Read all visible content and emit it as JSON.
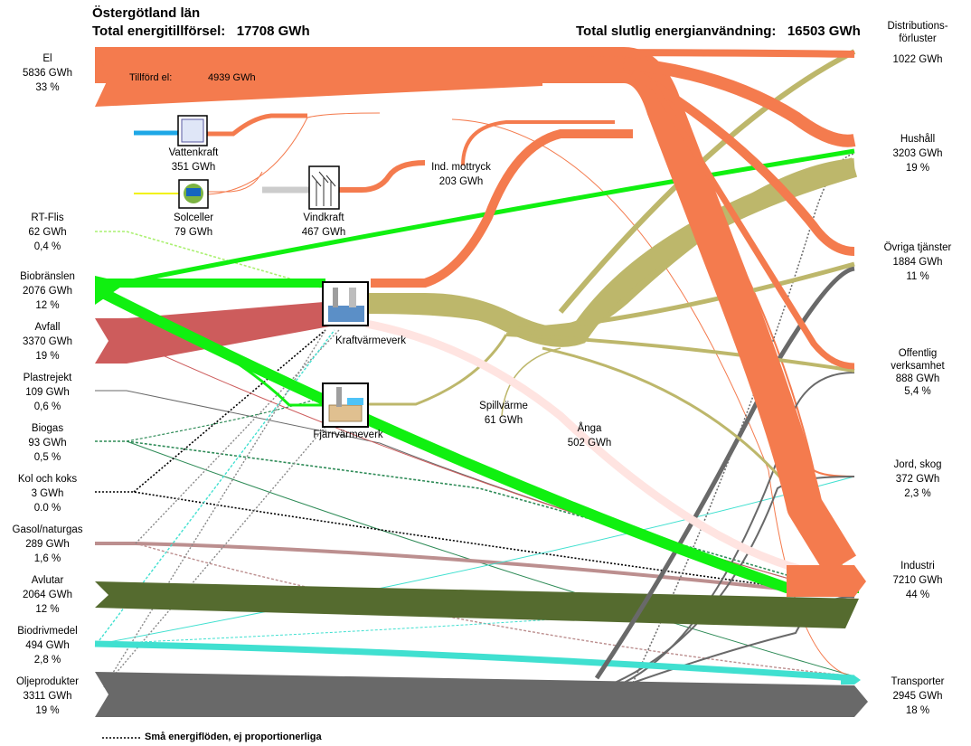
{
  "header": {
    "region": "Östergötland län",
    "supply_label": "Total energitillförsel:",
    "supply_value": "17708 GWh",
    "use_label": "Total slutlig energianvändning:",
    "use_value": "16503 GWh"
  },
  "sources": [
    {
      "name": "El",
      "value": "5836 GWh",
      "share": "33 %"
    },
    {
      "name": "RT-Flis",
      "value": "62 GWh",
      "share": "0,4 %"
    },
    {
      "name": "Biobränslen",
      "value": "2076 GWh",
      "share": "12 %"
    },
    {
      "name": "Avfall",
      "value": "3370 GWh",
      "share": "19 %"
    },
    {
      "name": "Plastrejekt",
      "value": "109 GWh",
      "share": "0,6 %"
    },
    {
      "name": "Biogas",
      "value": "93 GWh",
      "share": "0,5 %"
    },
    {
      "name": "Kol och koks",
      "value": "3 GWh",
      "share": "0.0 %"
    },
    {
      "name": "Gasol/naturgas",
      "value": "289 GWh",
      "share": "1,6 %"
    },
    {
      "name": "Avlutar",
      "value": "2064 GWh",
      "share": "12 %"
    },
    {
      "name": "Biodrivmedel",
      "value": "494 GWh",
      "share": "2,8 %"
    },
    {
      "name": "Oljeprodukter",
      "value": "3311 GWh",
      "share": "19 %"
    }
  ],
  "sinks": [
    {
      "name_l1": "Distributions-",
      "name_l2": "förluster",
      "value": "1022 GWh",
      "share": ""
    },
    {
      "name_l1": "Hushåll",
      "name_l2": "",
      "value": "3203 GWh",
      "share": "19 %"
    },
    {
      "name_l1": "Övriga tjänster",
      "name_l2": "",
      "value": "1884 GWh",
      "share": "11 %"
    },
    {
      "name_l1": "Offentlig",
      "name_l2": "verksamhet",
      "value": "888 GWh",
      "share": "5,4 %"
    },
    {
      "name_l1": "Jord, skog",
      "name_l2": "",
      "value": "372 GWh",
      "share": "2,3 %"
    },
    {
      "name_l1": "Industri",
      "name_l2": "",
      "value": "7210 GWh",
      "share": "44 %"
    },
    {
      "name_l1": "Transporter",
      "name_l2": "",
      "value": "2945 GWh",
      "share": "18 %"
    }
  ],
  "nodes": {
    "tillford_label": "Tillförd el:",
    "tillford_value": "4939 GWh",
    "vattenkraft_name": "Vattenkraft",
    "vattenkraft_value": "351 GWh",
    "solceller_name": "Solceller",
    "solceller_value": "79 GWh",
    "vindkraft_name": "Vindkraft",
    "vindkraft_value": "467 GWh",
    "mottryck_name": "Ind. mottryck",
    "mottryck_value": "203 GWh",
    "kraftvarme_name": "Kraftvärmeverk",
    "fjarrvarme_name": "Fjärrvärmeverk",
    "spillvarme_name": "Spillvärme",
    "spillvarme_value": "61 GWh",
    "anga_name": "Ånga",
    "anga_value": "502 GWh"
  },
  "legend": {
    "text": "Små energiflöden, ej proportionerliga"
  },
  "colors": {
    "el": "#f47b4e",
    "bio": "#10f010",
    "waste": "#cd5c5c",
    "heat": "#bdb76b",
    "black_liquor": "#556b2f",
    "biofuel": "#40e0d0",
    "oil": "#696969",
    "steam": "#ffe4e1",
    "hydro": "#1ea7e6",
    "solar": "#f2f20a"
  }
}
